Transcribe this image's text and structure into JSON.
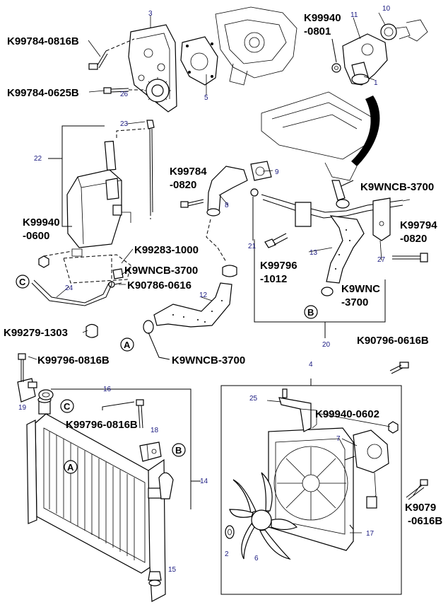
{
  "part_labels": {
    "p1": "K99784-0816B",
    "p2": "K99784-0625B",
    "p3": "K99940",
    "p3b": "-0801",
    "p4": "K99784",
    "p4b": "-0820",
    "p5": "K9WNCB-3700",
    "p6": "K99940",
    "p6b": "-0600",
    "p7": "K99283-1000",
    "p8": "K9WNCB-3700",
    "p9": "K90786-0616",
    "p10": "K99796",
    "p10b": "-1012",
    "p11": "K99794",
    "p11b": "-0820",
    "p12": "K9WNC",
    "p12b": "-3700",
    "p13": "K99279-1303",
    "p14": "K9WNCB-3700",
    "p15": "K90796-0616B",
    "p16": "K99796-0816B",
    "p17": "K99796-0816B",
    "p18": "K99940-0602",
    "p19": "K9079",
    "p19b": "-0616B"
  },
  "item_numbers": {
    "n1": "1",
    "n2": "2",
    "n3": "3",
    "n4": "4",
    "n5": "5",
    "n6": "6",
    "n7": "7",
    "n8": "8",
    "n9": "9",
    "n10": "10",
    "n11": "11",
    "n12": "12",
    "n13": "13",
    "n14": "14",
    "n15": "15",
    "n16": "16",
    "n17": "17",
    "n18": "18",
    "n19": "19",
    "n20": "20",
    "n21": "21",
    "n22": "22",
    "n23": "23",
    "n24": "24",
    "n25": "25",
    "n26": "26",
    "n27": "27"
  },
  "callout_letters": {
    "a": "A",
    "b": "B",
    "c": "C"
  },
  "colors": {
    "line": "#000000",
    "item_number": "#1a1a80"
  }
}
